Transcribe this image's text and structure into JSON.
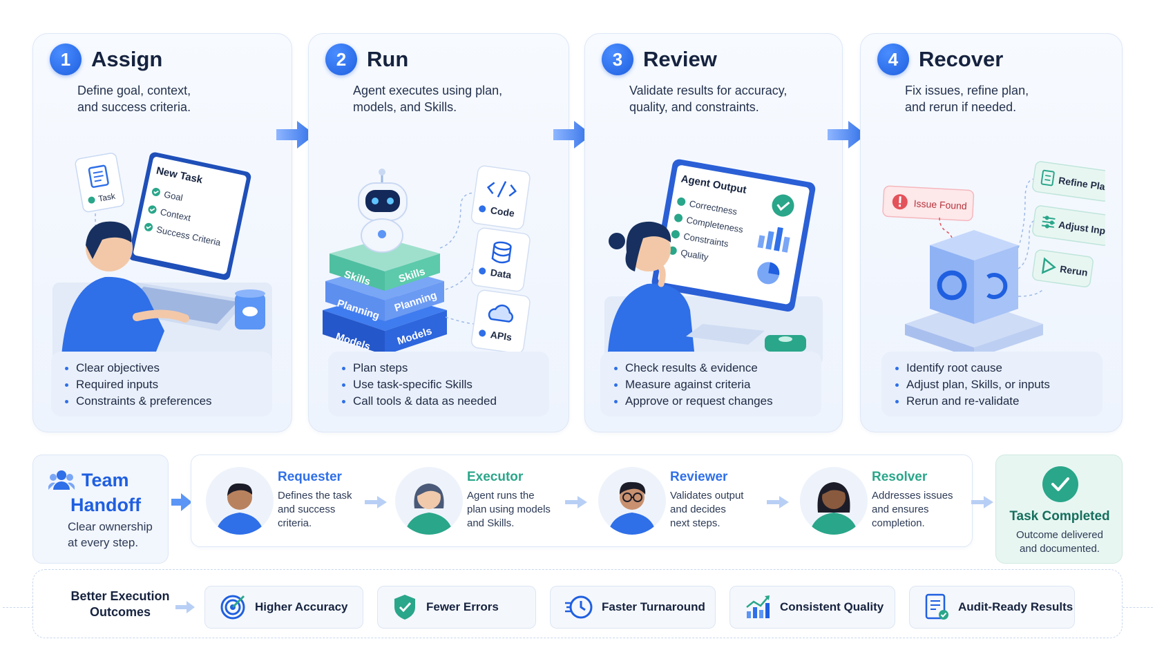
{
  "stages": [
    {
      "number": "1",
      "title": "Assign",
      "desc_line1": "Define goal, context,",
      "desc_line2": "and success criteria.",
      "bullets": [
        "Clear objectives",
        "Required inputs",
        "Constraints & preferences"
      ],
      "illus": {
        "note_label": "Task",
        "screen_title": "New Task",
        "checks": [
          "Goal",
          "Context",
          "Success Criteria"
        ]
      }
    },
    {
      "number": "2",
      "title": "Run",
      "desc_line1": "Agent executes using plan,",
      "desc_line2": "models, and Skills.",
      "bullets": [
        "Plan steps",
        "Use task-specific Skills",
        "Call tools & data as needed"
      ],
      "illus": {
        "layer_top": "Skills",
        "layer_mid": "Planning",
        "layer_bottom": "Models",
        "tools": [
          "Code",
          "Data",
          "APIs"
        ]
      }
    },
    {
      "number": "3",
      "title": "Review",
      "desc_line1": "Validate results for accuracy,",
      "desc_line2": "quality, and constraints.",
      "bullets": [
        "Check results & evidence",
        "Measure against criteria",
        "Approve or request changes"
      ],
      "illus": {
        "screen_title": "Agent Output",
        "checks": [
          "Correctness",
          "Completeness",
          "Constraints",
          "Quality"
        ]
      }
    },
    {
      "number": "4",
      "title": "Recover",
      "desc_line1": "Fix issues, refine plan,",
      "desc_line2": "and rerun if needed.",
      "bullets": [
        "Identify root cause",
        "Adjust plan, Skills, or inputs",
        "Rerun and re-validate"
      ],
      "illus": {
        "issue": "Issue Found",
        "actions": [
          "Refine Plan",
          "Adjust Inputs",
          "Rerun"
        ]
      }
    }
  ],
  "team": {
    "title_line1": "Team",
    "title_line2": "Handoff",
    "sub_line1": "Clear ownership",
    "sub_line2": "at every step."
  },
  "roles": [
    {
      "name": "Requester",
      "color": "#2f6fe8",
      "d1": "Defines the task",
      "d2": "and success",
      "d3": "criteria."
    },
    {
      "name": "Executor",
      "color": "#2aa68a",
      "d1": "Agent runs the",
      "d2": "plan using models",
      "d3": "and Skills."
    },
    {
      "name": "Reviewer",
      "color": "#2f6fe8",
      "d1": "Validates output",
      "d2": "and decides",
      "d3": "next steps."
    },
    {
      "name": "Resolver",
      "color": "#2aa68a",
      "d1": "Addresses issues",
      "d2": "and ensures",
      "d3": "completion."
    }
  ],
  "done": {
    "title": "Task Completed",
    "sub_line1": "Outcome delivered",
    "sub_line2": "and documented."
  },
  "outcomes": {
    "label_line1": "Better Execution",
    "label_line2": "Outcomes",
    "items": [
      {
        "label": "Higher Accuracy",
        "icon": "target-icon"
      },
      {
        "label": "Fewer Errors",
        "icon": "shield-check-icon"
      },
      {
        "label": "Faster Turnaround",
        "icon": "clock-icon"
      },
      {
        "label": "Consistent Quality",
        "icon": "chart-up-icon"
      },
      {
        "label": "Audit-Ready Results",
        "icon": "document-check-icon"
      }
    ]
  },
  "colors": {
    "primary": "#1f5fe0",
    "teal": "#2aa68a",
    "issue": "#e4525a"
  }
}
